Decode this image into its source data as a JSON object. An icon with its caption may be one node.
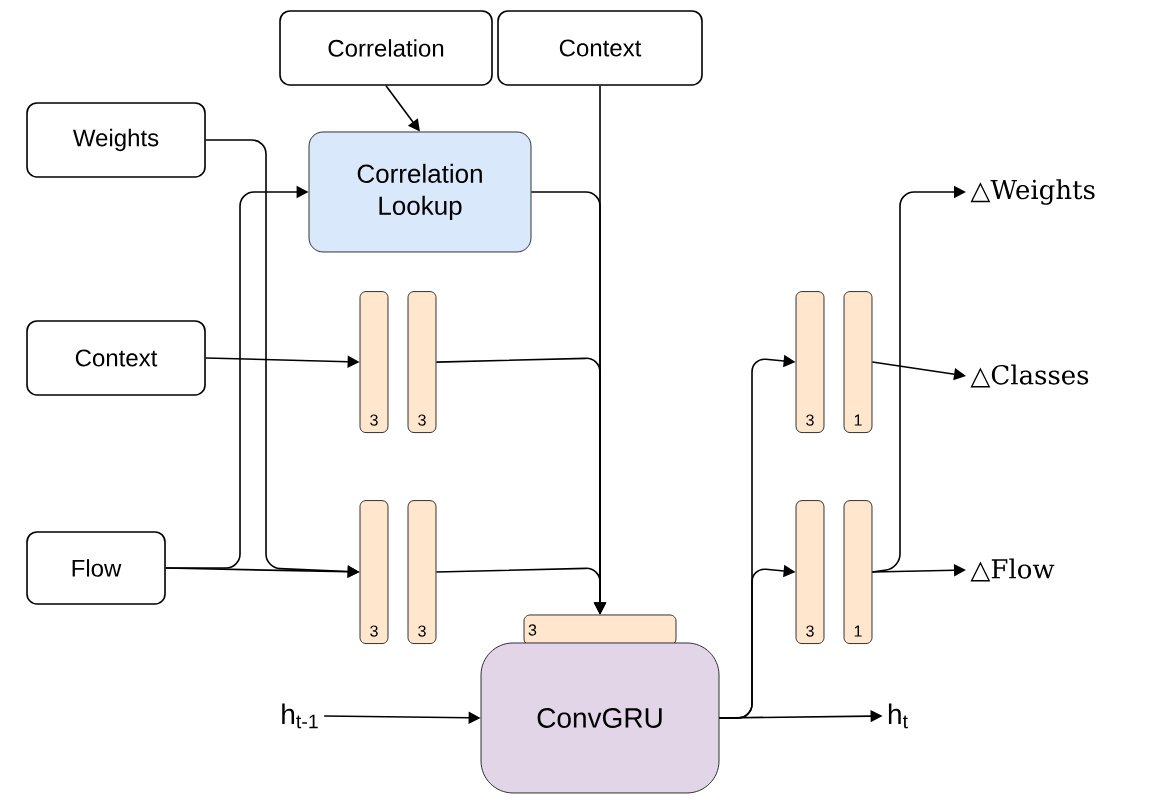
{
  "diagram": {
    "nodes": [
      {
        "text": [
          "Correlation"
        ]
      },
      {
        "text": [
          "Context"
        ]
      },
      {
        "text": [
          "Weights"
        ]
      },
      {
        "text": [
          "Correlation Lookup"
        ]
      },
      {
        "text": [
          "Context"
        ]
      },
      {
        "text": [
          "Flow"
        ]
      },
      {
        "text": [
          "3"
        ]
      },
      {
        "text": [
          "3"
        ]
      },
      {
        "text": [
          "3"
        ]
      },
      {
        "text": [
          "3"
        ]
      },
      {
        "text": [
          "3"
        ]
      },
      {
        "text": [
          "ConvGRU"
        ]
      },
      {
        "text": [
          "h$_{t-1}$"
        ]
      },
      {
        "text": [
          "h$_{t}$"
        ]
      },
      {
        "text": [
          "3"
        ]
      },
      {
        "text": [
          "1"
        ]
      },
      {
        "text": [
          "3"
        ]
      },
      {
        "text": [
          "1"
        ]
      },
      {
        "text": [
          "△Weights"
        ]
      },
      {
        "text": [
          "△Classes"
        ]
      },
      {
        "text": [
          "△Flow"
        ]
      }
    ],
    "edges": [
      {
        "from": 0,
        "to": 3,
        "arrow": "to"
      },
      {
        "from": 5,
        "to": 3,
        "arrow": "to"
      },
      {
        "from": 2,
        "to": 8,
        "arrow": "to"
      },
      {
        "from": 5,
        "to": 8,
        "arrow": "to"
      },
      {
        "from": 4,
        "to": 6,
        "arrow": "to"
      },
      {
        "from": 3,
        "to": 10,
        "arrow": "to"
      },
      {
        "from": 1,
        "to": 10,
        "arrow": "to"
      },
      {
        "from": 7,
        "to": 10,
        "arrow": "to"
      },
      {
        "from": 9,
        "to": 10,
        "arrow": "to"
      },
      {
        "from": 12,
        "to": 11,
        "arrow": "to"
      },
      {
        "from": 11,
        "to": 13,
        "arrow": "to"
      },
      {
        "from": 11,
        "to": 14,
        "arrow": "to"
      },
      {
        "from": 11,
        "to": 16,
        "arrow": "to"
      },
      {
        "from": 15,
        "to": 19,
        "arrow": "to"
      },
      {
        "from": 17,
        "to": 20,
        "arrow": "to"
      },
      {
        "from": 17,
        "to": 18,
        "arrow": "to"
      }
    ]
  }
}
